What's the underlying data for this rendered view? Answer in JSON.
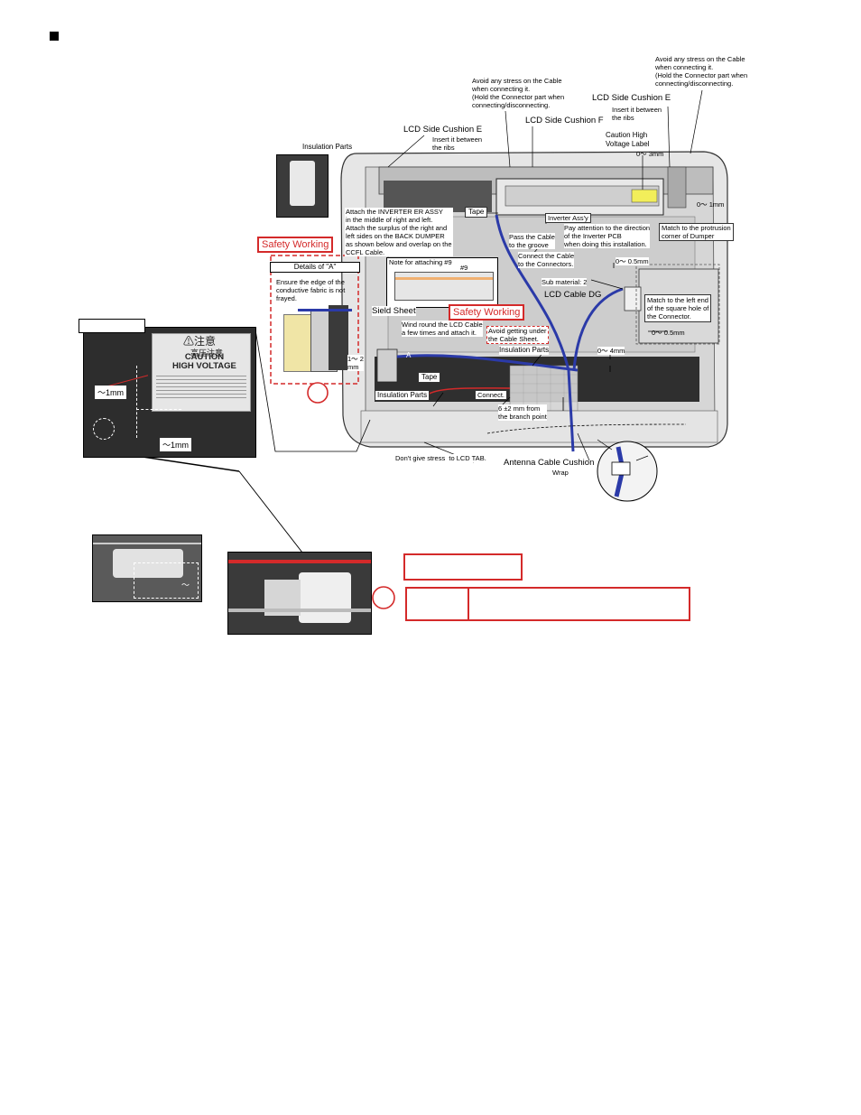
{
  "labels": {
    "avoid_stress_right": "Avoid any stress on the Cable\nwhen connecting it.\n(Hold the Connector part when\nconnecting/disconnecting.",
    "avoid_stress_mid": "Avoid any stress on the Cable\nwhen connecting it.\n(Hold the Connector part when\nconnecting/disconnecting.",
    "lcd_side_cushion_e_right": "LCD Side Cushion E",
    "insert_ribs_right": "Insert it between\nthe ribs",
    "lcd_side_cushion_f": "LCD Side Cushion F",
    "lcd_side_cushion_e_left": "LCD Side Cushion E",
    "insert_ribs_left": "Insert it between\nthe ribs",
    "caution_high_voltage_label": "Caution High\nVoltage Label",
    "gap_0_3mm": "0～ 3mm",
    "gap_0_1mm": "0～ 1mm",
    "insulation_parts_top": "Insulation Parts",
    "tape_top": "Tape",
    "inverter_assy": "Inverter Ass'y",
    "attach_inverter": "Attach the INVERTER ER ASSY\nin the middle of right and left.\nAttach the surplus of the right and\nleft sides on the BACK DUMPER\nas shown below and overlap on the\nCCFL Cable.",
    "pass_cable": "Pass the Cable\nto the groove",
    "pay_attention": "Pay attention to the direction\nof the Inverter PCB\nwhen doing this installation.",
    "match_protrusion": "Match to the protrusion\ncorner of Dumper",
    "connect_cable": "Connect the Cable\nto the Connectors.",
    "gap_0_05mm_top": "0～ 0.5mm",
    "sub_material": "Sub material: 2",
    "lcd_cable_dg": "LCD Cable DG",
    "match_left_end": "Match to the left end\nof the square hole of\nthe Connector.",
    "gap_0_05mm_bottom": "0～ 0.5mm",
    "safety_working_1": "Safety Working",
    "details_a": "Details of \"A\"",
    "note_attaching": "Note for attaching #9",
    "hash9": "#9",
    "ensure_edge": "Ensure the edge of the\nconductive fabric is not\nfrayed.",
    "sield_sheet": "Sield Sheet",
    "wind_round": "Wind round the LCD Cable\na few times and attach it.",
    "safety_working_2": "Safety Working",
    "avoid_getting": "Avoid getting under\nthe Cable Sheet.",
    "insulation_parts_mid": "Insulation Parts",
    "a_marker": "A",
    "gap_0_4mm": "0～ 4mm",
    "gap_1_2mm": "1～ 2\nmm",
    "tape_mid": "Tape",
    "insulation_parts_low": "Insulation Parts",
    "connect": "Connect.",
    "six_pm_two": "6 ±2 mm from\nthe branch point",
    "dont_stress_tab": "Don't give stress  to LCD TAB.",
    "antenna_cushion": "Antenna Cable Cushion",
    "wrap": "Wrap",
    "photo_caution_jp1": "⚠注意",
    "photo_caution_jp2": "高圧注意",
    "photo_caution_en": "CAUTION\nHIGH VOLTAGE",
    "photo_1mm_left": "～1mm",
    "photo_1mm_bottom": "～1mm",
    "small_photo_tilde": "～"
  },
  "colors": {
    "safety_red": "#d42a2a",
    "cable_blue": "#2b3aa8",
    "label_yellow": "#f2ee5a",
    "frame_gray": "#cfcfcf"
  }
}
